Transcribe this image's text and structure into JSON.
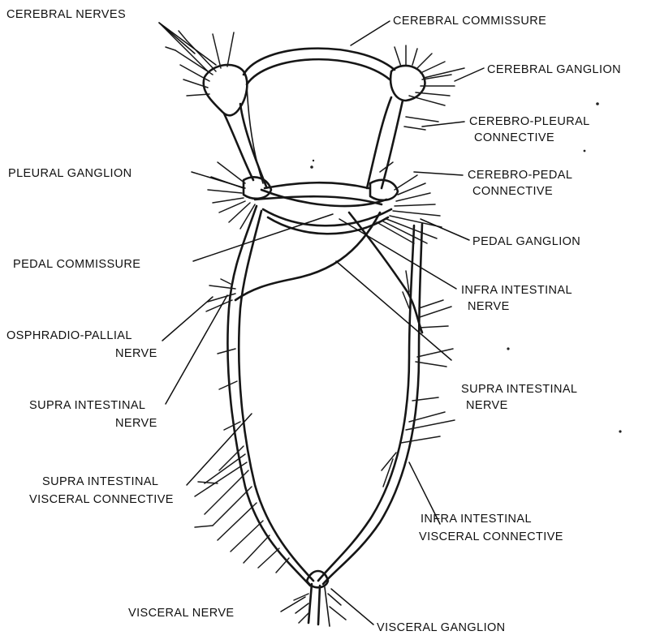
{
  "labels": {
    "cerebral_nerves": "CEREBRAL NERVES",
    "cerebral_commissure": "CEREBRAL COMMISSURE",
    "cerebral_ganglion": "CEREBRAL GANGLION",
    "cerebro_pleural_1": "CEREBRO-PLEURAL",
    "cerebro_pleural_2": "CONNECTIVE",
    "pleural_ganglion": "PLEURAL GANGLION",
    "cerebro_pedal_1": "CEREBRO-PEDAL",
    "cerebro_pedal_2": "CONNECTIVE",
    "pedal_ganglion": "PEDAL GANGLION",
    "pedal_commissure": "PEDAL COMMISSURE",
    "infra_intestinal_nerve_1": "INFRA INTESTINAL",
    "infra_intestinal_nerve_2": "NERVE",
    "osphradio_pallial_1": "OSPHRADIO-PALLIAL",
    "osphradio_pallial_2": "NERVE",
    "supra_intestinal_nerve_left_1": "SUPRA INTESTINAL",
    "supra_intestinal_nerve_left_2": "NERVE",
    "supra_intestinal_nerve_right_1": "SUPRA INTESTINAL",
    "supra_intestinal_nerve_right_2": "NERVE",
    "supra_intestinal_visceral_1": "SUPRA INTESTINAL",
    "supra_intestinal_visceral_2": "VISCERAL CONNECTIVE",
    "infra_intestinal_visceral_1": "INFRA INTESTINAL",
    "infra_intestinal_visceral_2": "VISCERAL CONNECTIVE",
    "visceral_nerve": "VISCERAL NERVE",
    "visceral_ganglion": "VISCERAL GANGLION"
  }
}
